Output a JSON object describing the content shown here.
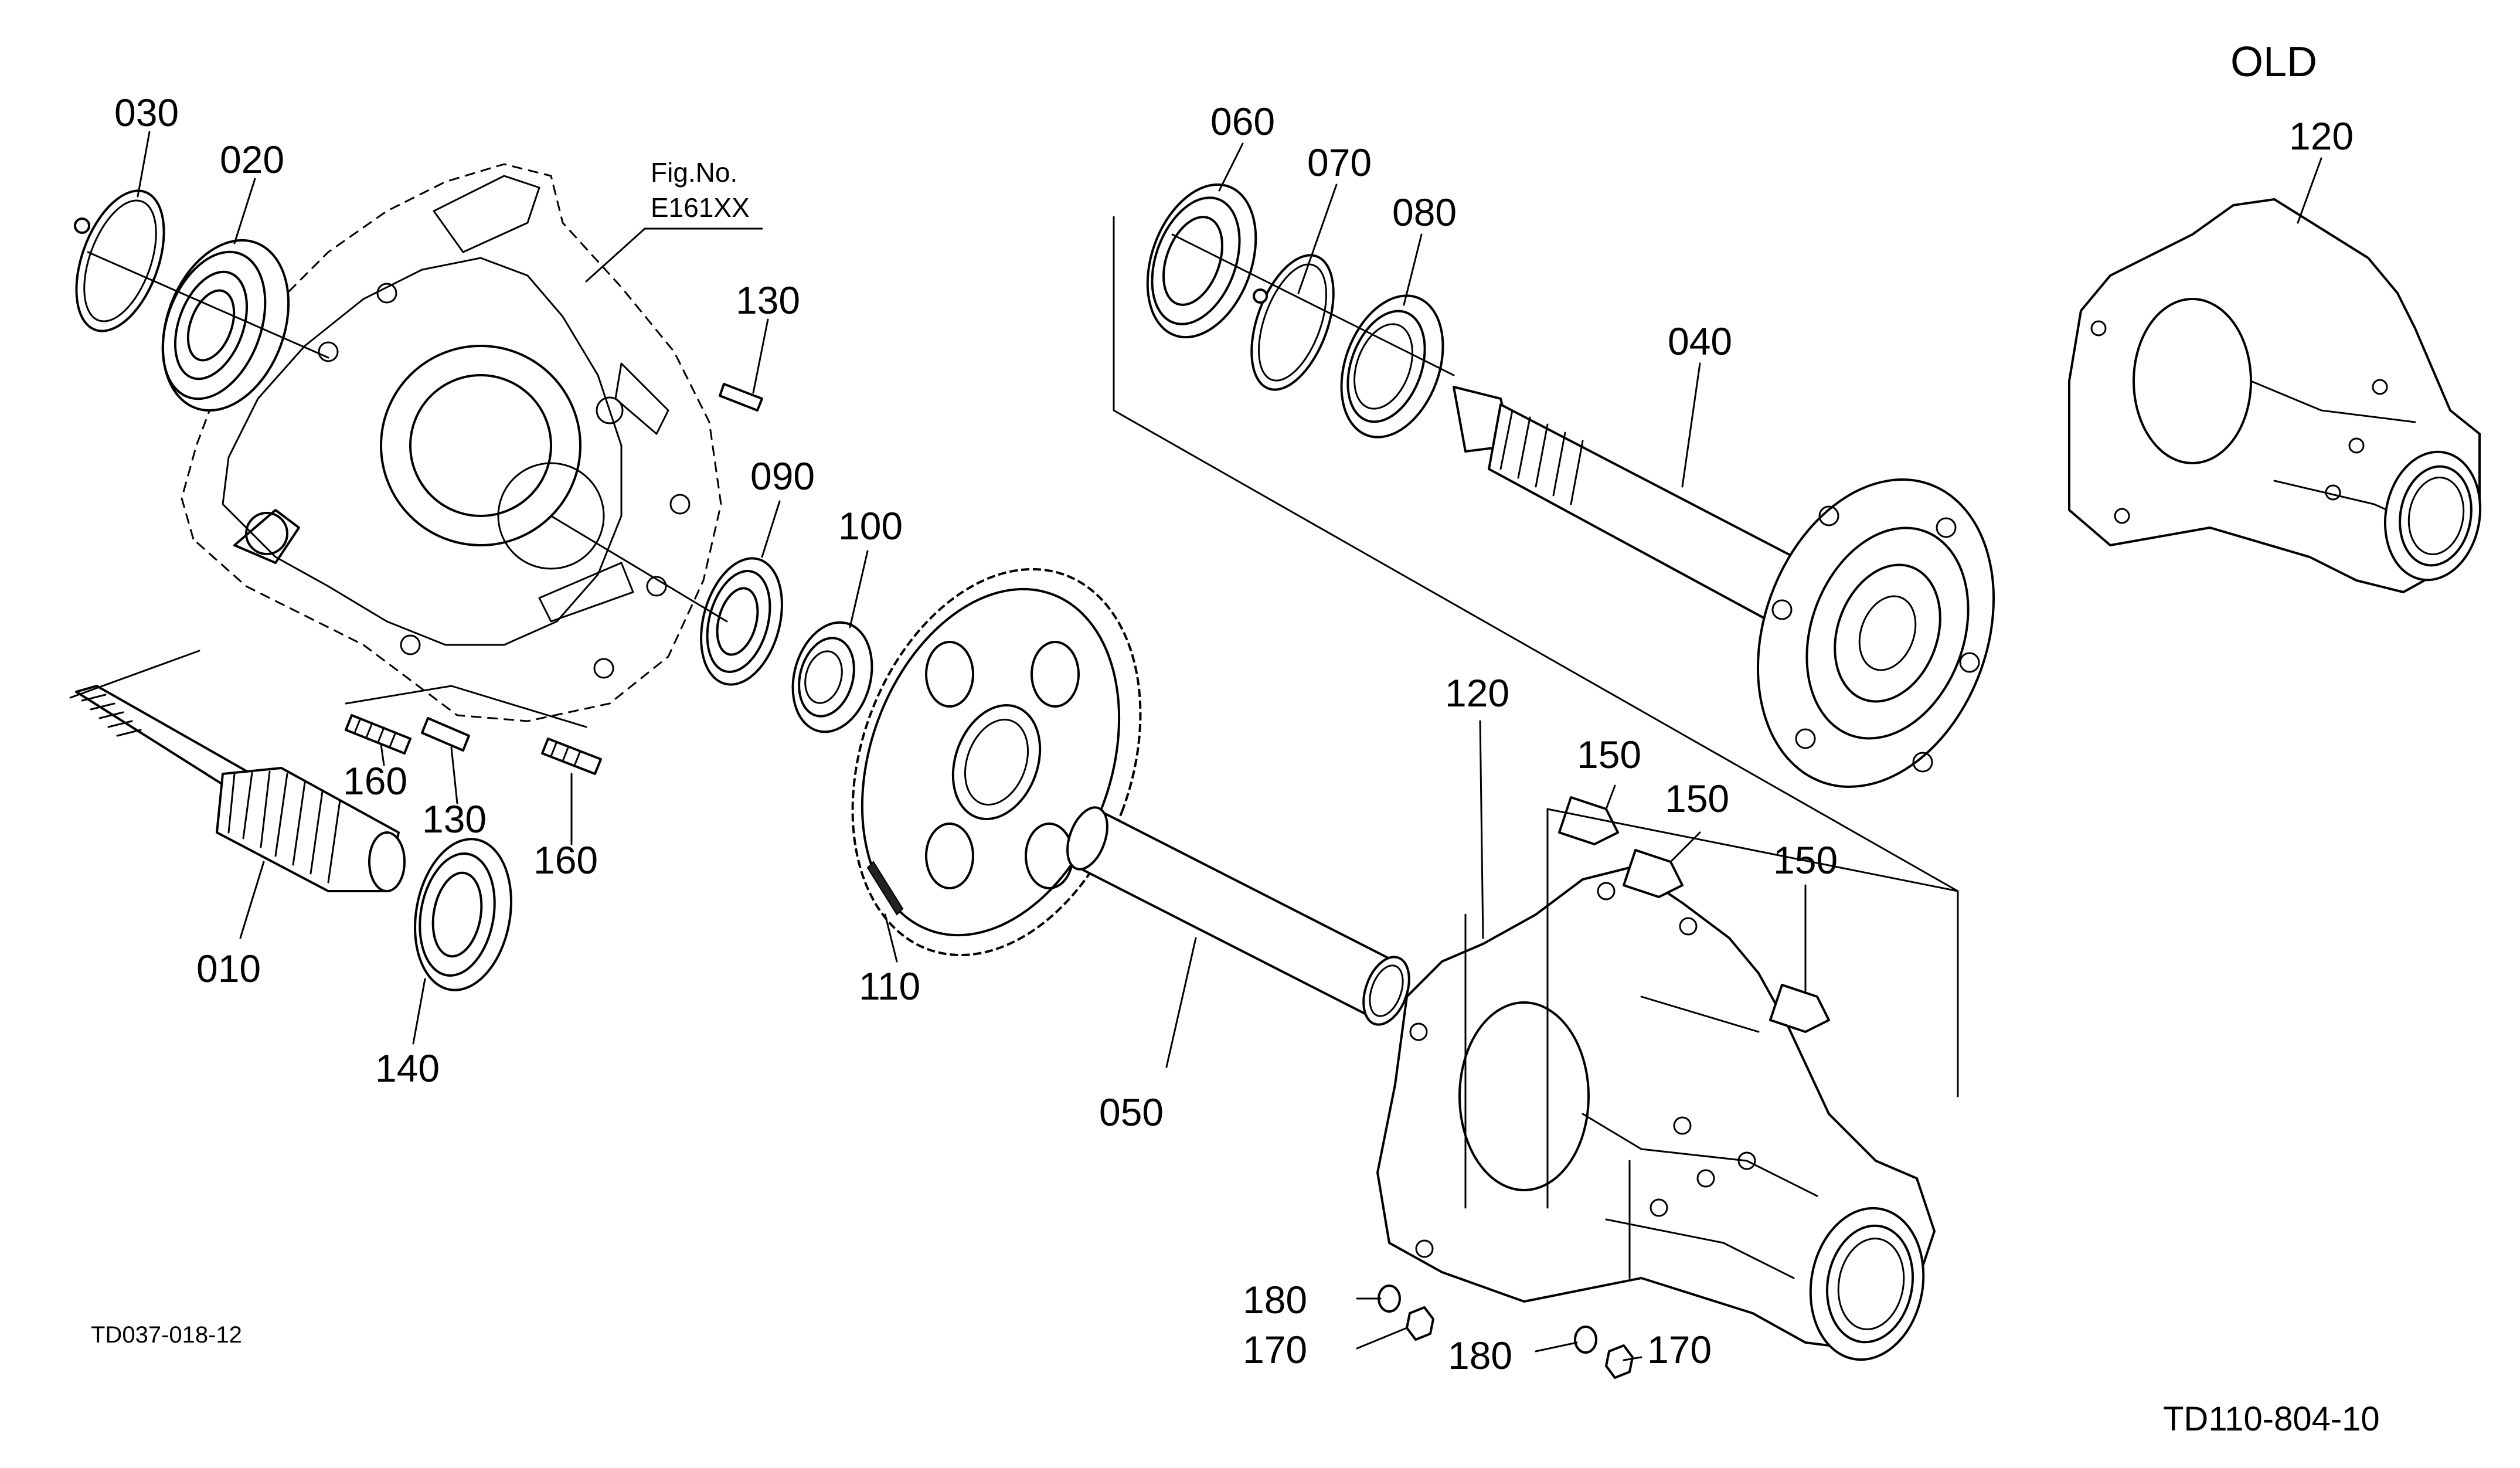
{
  "header": {
    "old_label": "OLD"
  },
  "reference": {
    "fig_no_label": "Fig.No.",
    "fig_no_value": "E161XX"
  },
  "codes": {
    "left": "TD037-018-12",
    "right": "TD110-804-10"
  },
  "parts": {
    "p010": "010",
    "p020": "020",
    "p030": "030",
    "p040": "040",
    "p050": "050",
    "p060": "060",
    "p070": "070",
    "p080": "080",
    "p090": "090",
    "p100": "100",
    "p110": "110",
    "p120_old": "120",
    "p120": "120",
    "p130_a": "130",
    "p130_b": "130",
    "p140": "140",
    "p150_a": "150",
    "p150_b": "150",
    "p150_c": "150",
    "p160_a": "160",
    "p160_b": "160",
    "p170_a": "170",
    "p170_b": "170",
    "p180_a": "180",
    "p180_b": "180"
  }
}
